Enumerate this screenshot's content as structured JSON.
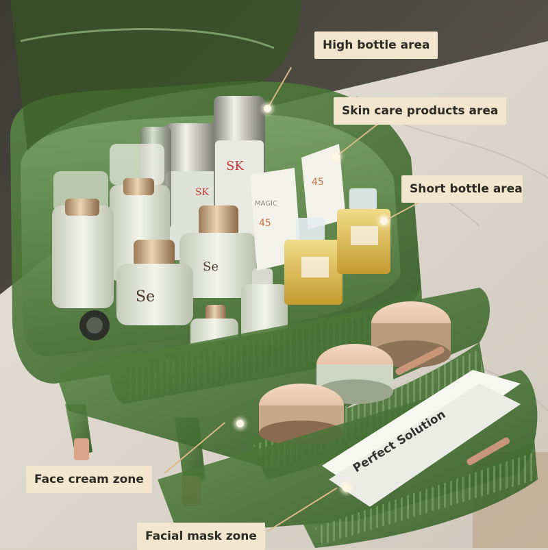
{
  "labels": {
    "high_bottle": "High bottle area",
    "skin_care": "Skin care products area",
    "short_bottle": "Short bottle area",
    "face_cream": "Face cream zone",
    "facial_mask": "Facial mask zone"
  },
  "product_text": {
    "sk_brand": "SK",
    "tube_brand": "MAGIC",
    "tube_number": "45",
    "jar_logo": "Se",
    "mask_text": "Perfect Solution"
  },
  "colors": {
    "organizer_green": "#3f6a2e",
    "callout_bg": "#f3e6cf",
    "callout_text": "#2d2b26",
    "leader_line": "#d9b98a",
    "rose_gold": "#c9967a"
  }
}
